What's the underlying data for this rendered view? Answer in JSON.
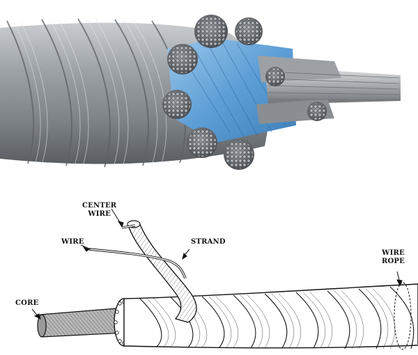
{
  "labels": {
    "center_wire": [
      "CENTER",
      "WIRE"
    ],
    "wire": "WIRE",
    "strand": "STRAND",
    "wire_rope": [
      "WIRE",
      "ROPE"
    ],
    "core": "CORE"
  },
  "colors": {
    "steel_dark": "#5e6266",
    "steel_mid": "#8e9398",
    "steel_light": "#c7cbcf",
    "fiber_core": "#6fa8d9",
    "line_art": "#111111"
  }
}
